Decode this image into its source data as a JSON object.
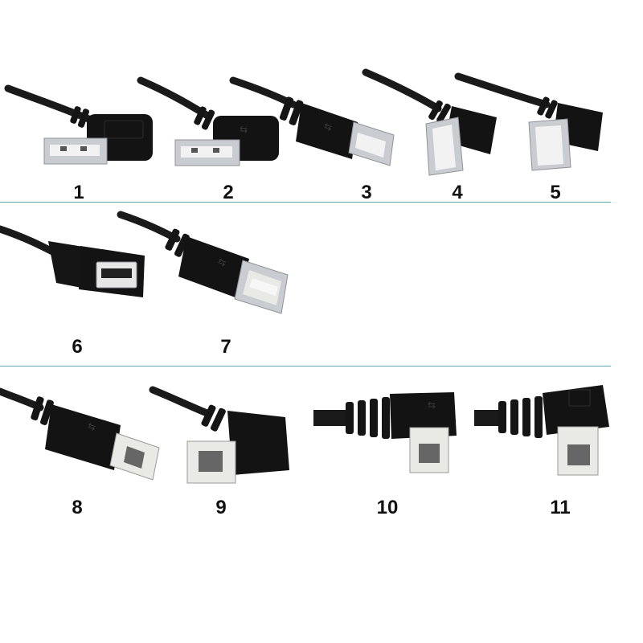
{
  "items": [
    {
      "number": "1",
      "type": "usb-a-male-left-angle"
    },
    {
      "number": "2",
      "type": "usb-a-male-right-angle"
    },
    {
      "number": "3",
      "type": "usb-a-male-straight"
    },
    {
      "number": "4",
      "type": "usb-a-male-up-angle"
    },
    {
      "number": "5",
      "type": "usb-a-male-down-angle"
    },
    {
      "number": "6",
      "type": "usb-a-female-straight"
    },
    {
      "number": "7",
      "type": "usb-a-female-extension"
    },
    {
      "number": "8",
      "type": "usb-b-male-straight"
    },
    {
      "number": "9",
      "type": "usb-b-male-left-angle"
    },
    {
      "number": "10",
      "type": "usb-b-male-down-angle"
    },
    {
      "number": "11",
      "type": "usb-b-male-down-angle-alt"
    }
  ],
  "colors": {
    "cable": "#1a1a1a",
    "plug_body": "#111111",
    "metal": "#c9ccd0",
    "b_insert": "#e9e9e6",
    "divider": "#5aa6b8"
  }
}
